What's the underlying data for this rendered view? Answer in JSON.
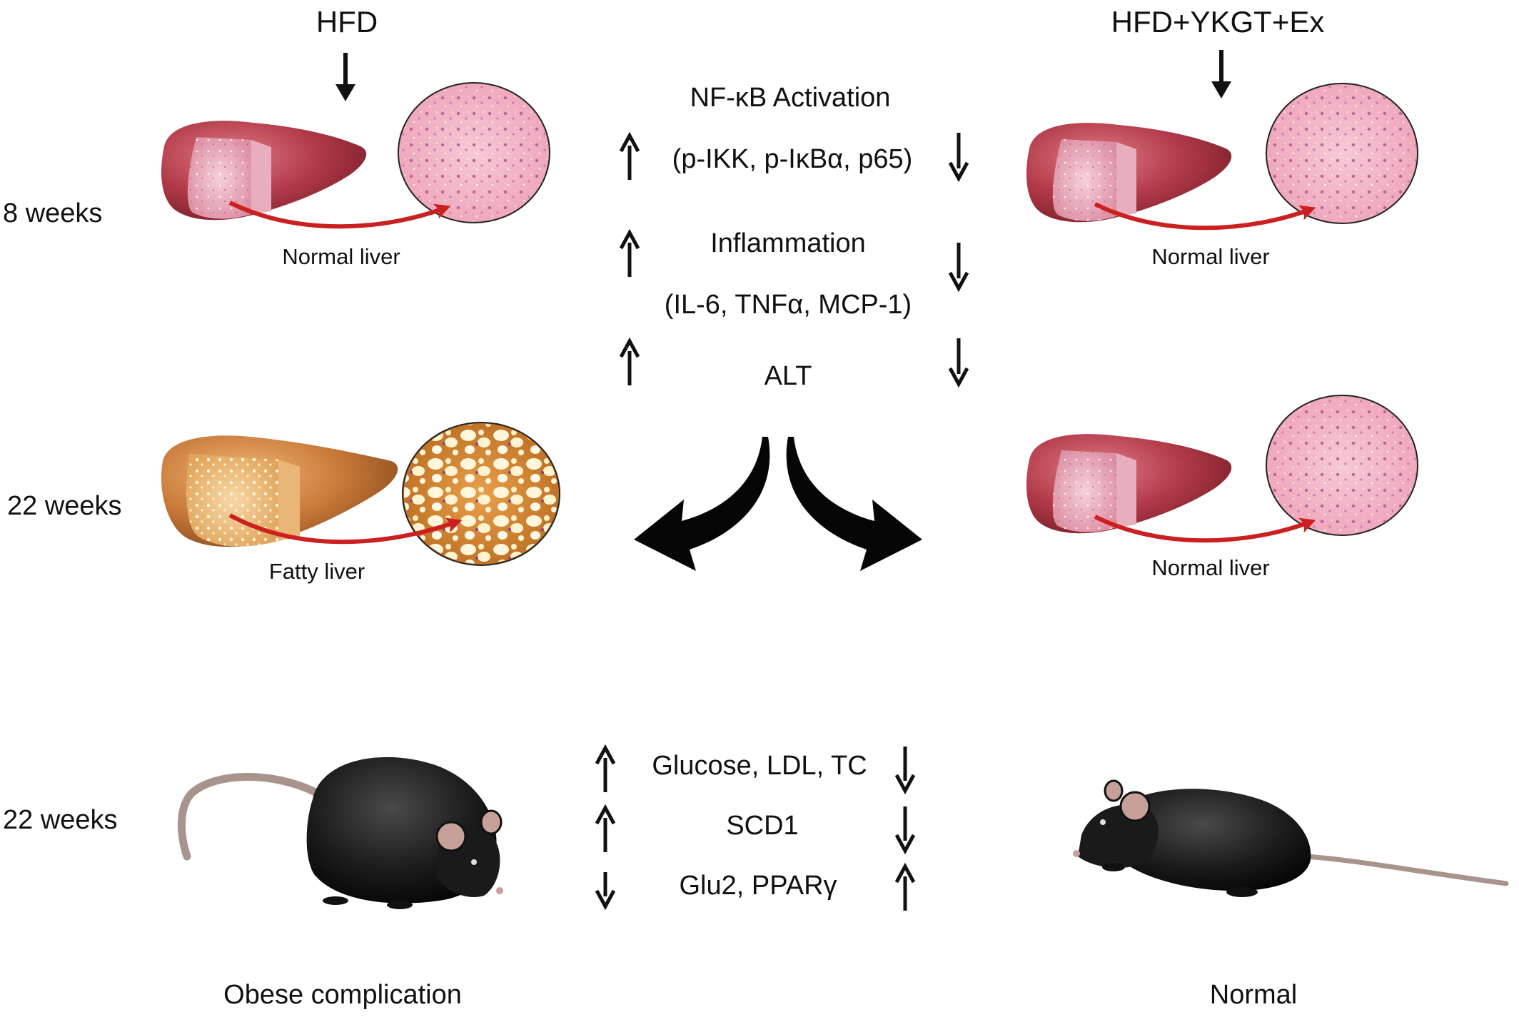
{
  "headers": {
    "left": "HFD",
    "right": "HFD+YKGT+Ex"
  },
  "timepoints": {
    "row1": "8 weeks",
    "row2": "22 weeks",
    "row3": "22 weeks"
  },
  "liver_labels": {
    "left_8w": "Normal liver",
    "left_22w": "Fatty liver",
    "right_8w": "Normal liver",
    "right_22w": "Normal liver"
  },
  "liver_markers": {
    "nfkb_title": "NF-κB  Activation",
    "nfkb_detail": "(p-IKK, p-IκBα, p65)",
    "inflammation_title": "Inflammation",
    "inflammation_detail": "(IL-6, TNFα, MCP-1)",
    "alt": "ALT"
  },
  "mouse_markers": {
    "row1": "Glucose, LDL, TC",
    "row2": "SCD1",
    "row3": "Glu2, PPARγ"
  },
  "outcomes": {
    "left": "Obese complication",
    "right": "Normal"
  },
  "colors": {
    "liver_red": "#b23a48",
    "liver_fatty": "#c97a3a",
    "tissue_pink": "#f3b8c8",
    "fat_tissue": "#d9892f",
    "arrow_red": "#cc1f1f",
    "mouse_black": "#1c1c1c"
  },
  "icons": {
    "up": "arrow-up-icon",
    "down": "arrow-down-icon"
  }
}
